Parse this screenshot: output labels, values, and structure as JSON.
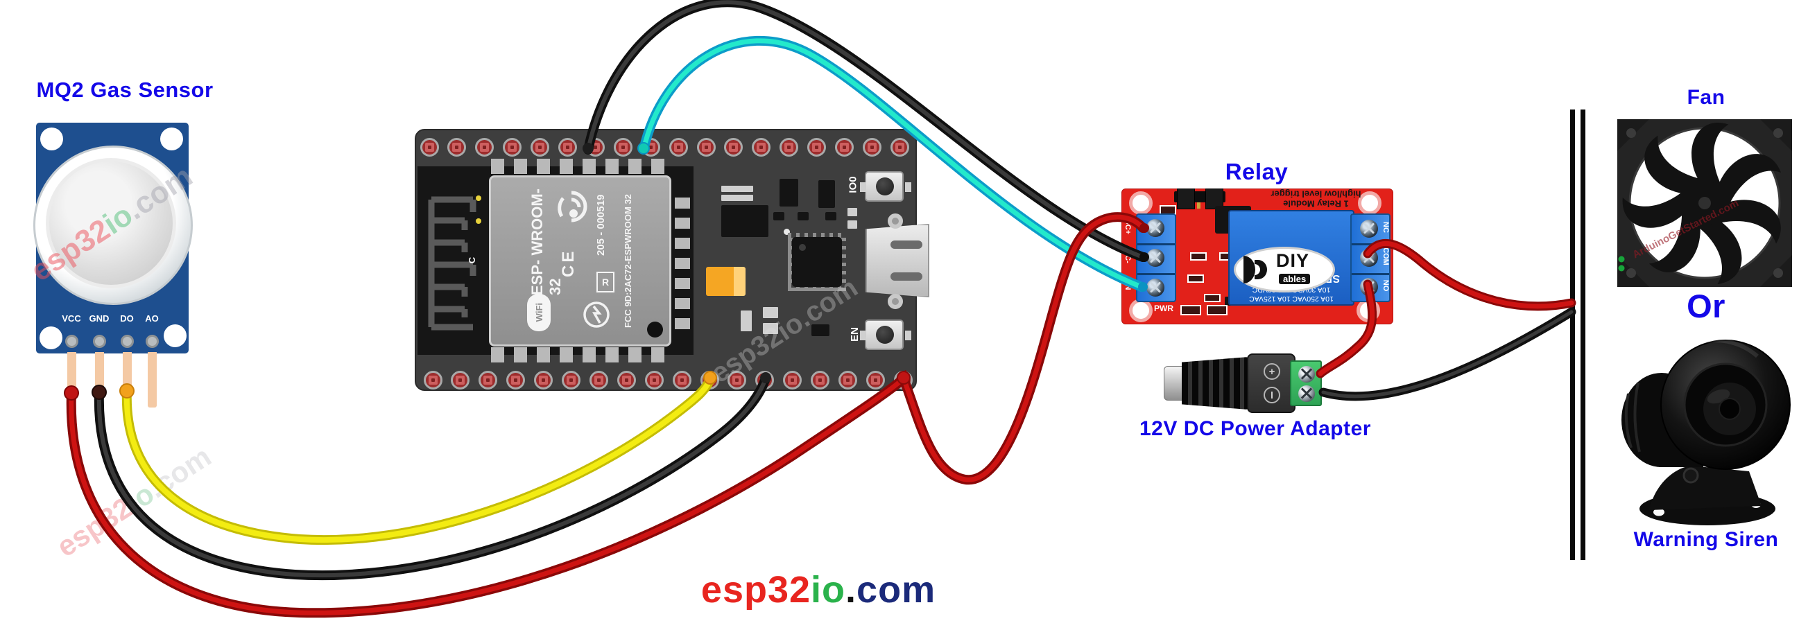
{
  "labels": {
    "mq2": "MQ2 Gas Sensor",
    "relay": "Relay",
    "adapter": "12V DC Power Adapter",
    "fan": "Fan",
    "or": "Or",
    "siren": "Warning Siren"
  },
  "logo": {
    "esp32": "esp32",
    "io": "io",
    "dot": ".",
    "com": "com"
  },
  "watermarks": {
    "site_esp32": "esp32",
    "site_io": "io",
    "site_dotcom": ".com",
    "arduino": "ArduinoGetStarted.com"
  },
  "mq2": {
    "pins": [
      "VCC",
      "GND",
      "DO",
      "AO"
    ]
  },
  "esp32": {
    "shield_title": "ESP- WROOM-32",
    "wifi": "WiFi",
    "ce": "CE",
    "serial": "205 - 000519",
    "r_mark": "R",
    "fcc": "FCC 9D:2AC72-ESPWROOM 32",
    "antenna_c": "C",
    "btn_io0": "IO0",
    "btn_en": "EN"
  },
  "relay": {
    "top_line1": "1 Relay Module",
    "top_line2": "high/low level trigger",
    "cube_line1": "SRD-05VDC-SL-C",
    "cube_line2": "10A 30VDC  10A 28VDC",
    "cube_line3": "10A 250VAC 10A 125VAC",
    "diy": "DIY",
    "ables": "ables",
    "left_pins": [
      "DC+",
      "DC-",
      "IN"
    ],
    "right_pins": [
      "NC",
      "COM",
      "NO"
    ],
    "pwr": "PWR"
  },
  "adapter": {
    "plus": "+"
  },
  "colors": {
    "label_blue": "#1408E8",
    "logo_red": "#E8251F",
    "logo_green": "#2AB24B",
    "logo_navy": "#1B2A7A",
    "wire_red": "#CE1312",
    "wire_red_dark": "#8A0808",
    "wire_black": "#3A3A3A",
    "wire_black_dark": "#101010",
    "wire_yellow": "#F3EC12",
    "wire_yellow_dark": "#C4BC05",
    "wire_cyan": "#23E9CB",
    "wire_cyan_dark": "#0C9CC9",
    "mq2_pcb": "#1E4F8F",
    "relay_pcb": "#E2211A",
    "relay_blue": "#2572D8",
    "esp_board": "#3E3E3E"
  }
}
